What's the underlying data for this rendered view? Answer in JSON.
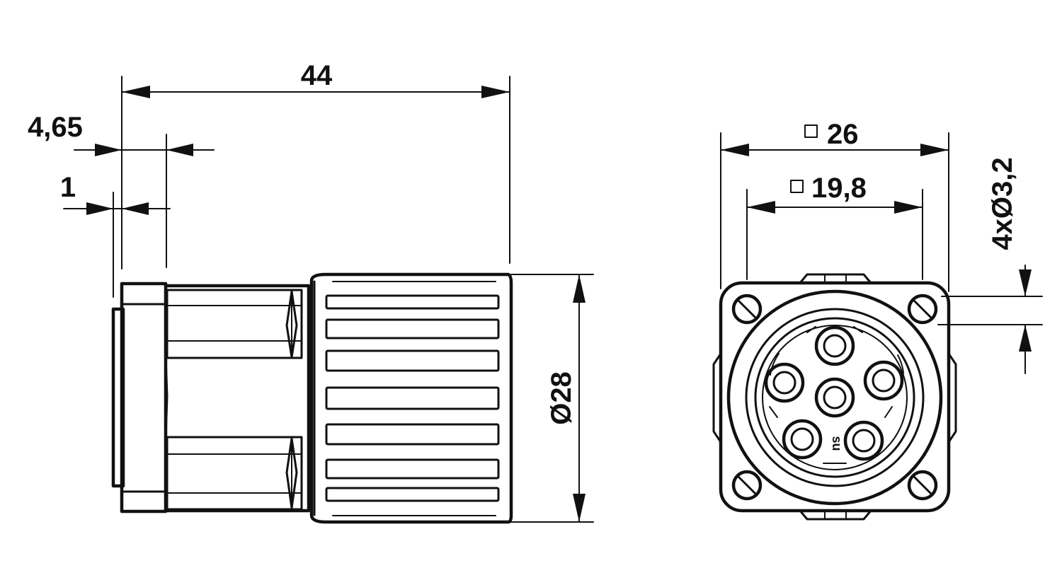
{
  "drawing": {
    "line_color": "#111111",
    "background": "#ffffff"
  },
  "side_view": {
    "dim_length": "44",
    "dim_flange": "4,65",
    "dim_step": "1",
    "dim_diameter": "Ø28"
  },
  "front_view": {
    "dim_square_outer": "26",
    "dim_square_holes": "19,8",
    "dim_holes": "4xØ3,2",
    "coding_mark": "su",
    "square_symbol": "square-symbol-icon"
  }
}
